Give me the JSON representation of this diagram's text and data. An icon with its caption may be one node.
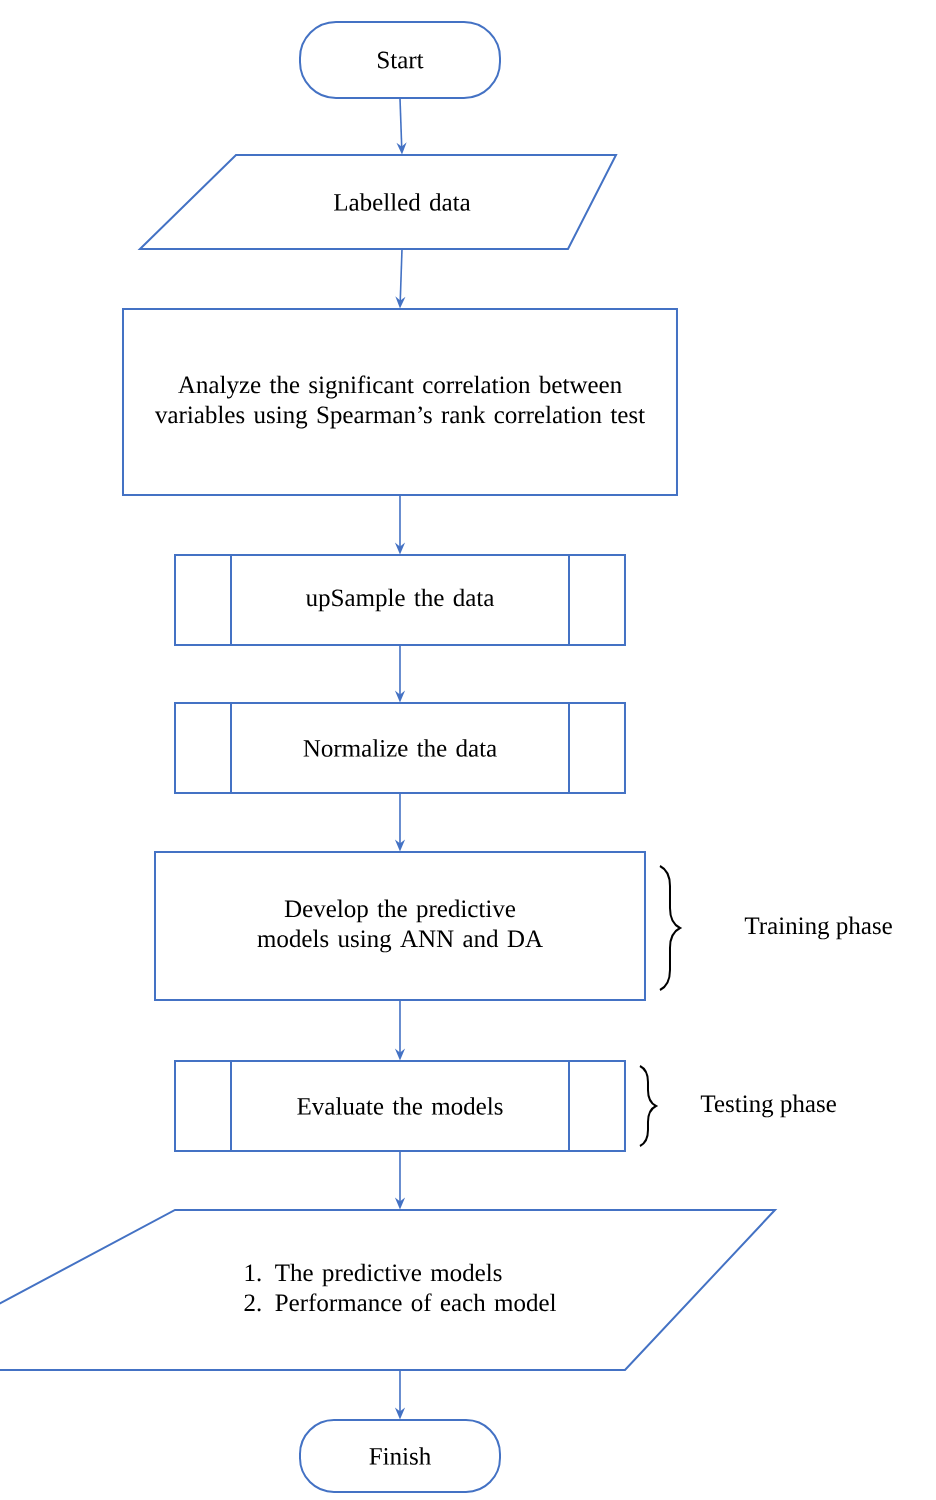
{
  "diagram": {
    "nodes": [
      {
        "text": [
          "Start"
        ]
      },
      {
        "text": [
          "Labelled data"
        ]
      },
      {
        "text": [
          "Analyze the significant correlation between variables using Spearman’s rank correlation test"
        ]
      },
      {
        "text": [
          "upSample the data"
        ]
      },
      {
        "text": [
          "Normalize the data"
        ]
      },
      {
        "text": [
          "Develop the predictive models using ANN and DA"
        ],
        "beside": [
          "Training phase"
        ]
      },
      {
        "text": [
          "Evaluate the models"
        ],
        "beside": [
          "Testing phase"
        ]
      },
      {
        "text": [
          "1. The predictive models",
          "2. Performance of each model"
        ]
      },
      {
        "text": [
          "Finish"
        ]
      }
    ],
    "edges": [
      {
        "from": 0,
        "to": 1,
        "arrow": "to"
      },
      {
        "from": 1,
        "to": 2,
        "arrow": "to"
      },
      {
        "from": 2,
        "to": 3,
        "arrow": "to"
      },
      {
        "from": 3,
        "to": 4,
        "arrow": "to"
      },
      {
        "from": 4,
        "to": 5,
        "arrow": "to"
      },
      {
        "from": 5,
        "to": 6,
        "arrow": "to"
      },
      {
        "from": 6,
        "to": 7,
        "arrow": "to"
      },
      {
        "from": 7,
        "to": 8,
        "arrow": "to"
      }
    ]
  }
}
